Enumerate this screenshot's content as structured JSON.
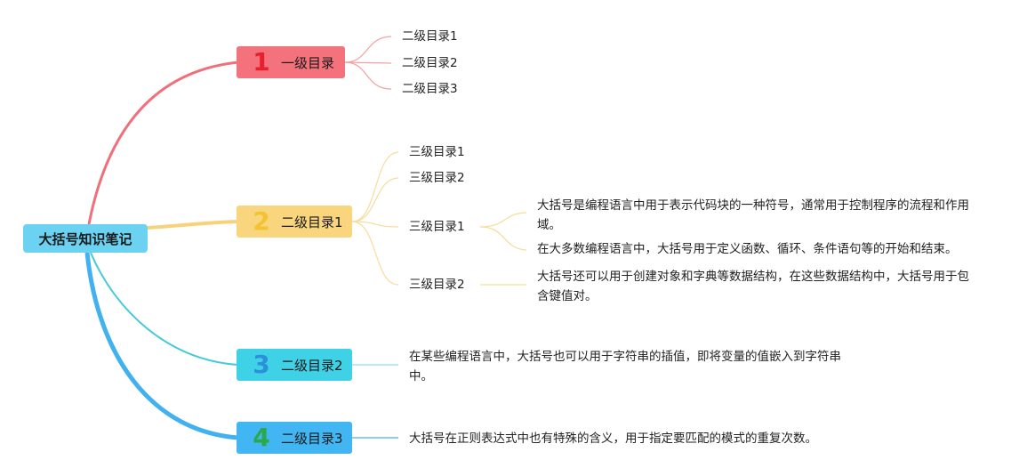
{
  "root": {
    "label": "大括号知识笔记",
    "color": "#6bd2f2"
  },
  "branches": [
    {
      "num": "1",
      "label": "一级目录",
      "color": "#f4727b",
      "num_color": "#e8202e",
      "children": [
        "二级目录1",
        "二级目录2",
        "二级目录3"
      ]
    },
    {
      "num": "2",
      "label": "二级目录1",
      "color": "#f9d57e",
      "num_color": "#f4c430",
      "children": [
        "三级目录1",
        "三级目录2",
        "三级目录1",
        "三级目录2"
      ],
      "notes": [
        "大括号是编程语言中用于表示代码块的一种符号，通常用于控制程序的流程和作用域。",
        "在大多数编程语言中，大括号用于定义函数、循环、条件语句等的开始和结束。",
        "大括号还可以用于创建对象和字典等数据结构，在这些数据结构中，大括号用于包含键值对。"
      ]
    },
    {
      "num": "3",
      "label": "二级目录2",
      "color": "#3fd1e6",
      "num_color": "#2b8fd9",
      "note": "在某些编程语言中，大括号也可以用于字符串的插值，即将变量的值嵌入到字符串中。"
    },
    {
      "num": "4",
      "label": "二级目录3",
      "color": "#41b6f2",
      "num_color": "#2ba84a",
      "note": "大括号在正则表达式中也有特殊的含义，用于指定要匹配的模式的重复次数。"
    }
  ]
}
